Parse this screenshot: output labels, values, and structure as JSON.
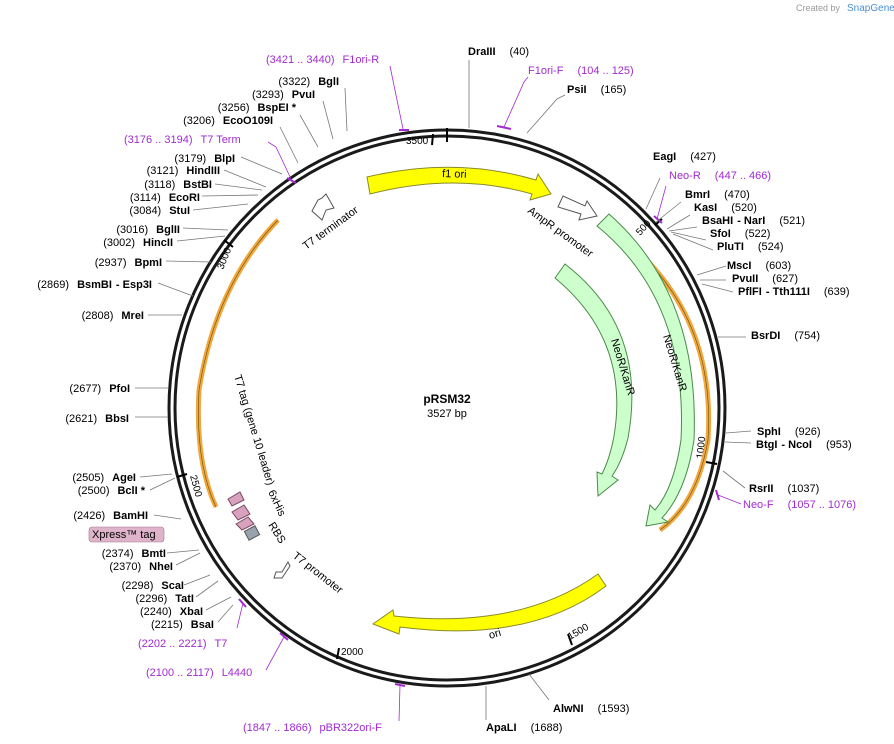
{
  "watermark": {
    "prefix": "Created by",
    "brand": "SnapGene"
  },
  "plasmid": {
    "name": "pRSM32",
    "length": "3527 bp"
  },
  "ruler": [
    {
      "label": "500",
      "bp": 500
    },
    {
      "label": "1000",
      "bp": 1000
    },
    {
      "label": "1500",
      "bp": 1500
    },
    {
      "label": "2000",
      "bp": 2000
    },
    {
      "label": "2500",
      "bp": 2500
    },
    {
      "label": "3000",
      "bp": 3000
    },
    {
      "label": "3500",
      "bp": 3500
    }
  ],
  "sites_right": [
    {
      "name": "DraIII",
      "pos": "(40)"
    },
    {
      "name": "PsiI",
      "pos": "(165)"
    },
    {
      "name": "EagI",
      "pos": "(427)"
    },
    {
      "name": "BmrI",
      "pos": "(470)"
    },
    {
      "name": "KasI",
      "pos": "(520)"
    },
    {
      "name": "BsaHI",
      "name2": "NarI",
      "pos": "(521)"
    },
    {
      "name": "SfoI",
      "pos": "(522)"
    },
    {
      "name": "PluTI",
      "pos": "(524)"
    },
    {
      "name": "MscI",
      "pos": "(603)"
    },
    {
      "name": "PvuII",
      "pos": "(627)"
    },
    {
      "name": "PflFI",
      "name2": "Tth111I",
      "pos": "(639)"
    },
    {
      "name": "BsrDI",
      "pos": "(754)"
    },
    {
      "name": "SphI",
      "pos": "(926)"
    },
    {
      "name": "BtgI",
      "name2": "NcoI",
      "pos": "(953)"
    },
    {
      "name": "RsrII",
      "pos": "(1037)"
    },
    {
      "name": "AlwNI",
      "pos": "(1593)"
    },
    {
      "name": "ApaLI",
      "pos": "(1688)"
    }
  ],
  "sites_left": [
    {
      "name": "BglI",
      "pos": "(3322)"
    },
    {
      "name": "PvuI",
      "pos": "(3293)"
    },
    {
      "name": "BspEI *",
      "pos": "(3256)"
    },
    {
      "name": "EcoO109I",
      "pos": "(3206)"
    },
    {
      "name": "BlpI",
      "pos": "(3179)"
    },
    {
      "name": "HindIII",
      "pos": "(3121)"
    },
    {
      "name": "BstBI",
      "pos": "(3118)"
    },
    {
      "name": "EcoRI",
      "pos": "(3114)"
    },
    {
      "name": "StuI",
      "pos": "(3084)"
    },
    {
      "name": "BglII",
      "pos": "(3016)"
    },
    {
      "name": "HincII",
      "pos": "(3002)"
    },
    {
      "name": "BpmI",
      "pos": "(2937)"
    },
    {
      "name": "BsmBI",
      "name2": "Esp3I",
      "pos": "(2869)"
    },
    {
      "name": "MreI",
      "pos": "(2808)"
    },
    {
      "name": "PfoI",
      "pos": "(2677)"
    },
    {
      "name": "BbsI",
      "pos": "(2621)"
    },
    {
      "name": "AgeI",
      "pos": "(2505)"
    },
    {
      "name": "BclI *",
      "pos": "(2500)"
    },
    {
      "name": "BamHI",
      "pos": "(2426)"
    },
    {
      "name": "BmtI",
      "pos": "(2374)"
    },
    {
      "name": "NheI",
      "pos": "(2370)"
    },
    {
      "name": "ScaI",
      "pos": "(2298)"
    },
    {
      "name": "TatI",
      "pos": "(2296)"
    },
    {
      "name": "XbaI",
      "pos": "(2240)"
    },
    {
      "name": "BsaI",
      "pos": "(2215)"
    }
  ],
  "primers": [
    {
      "name": "F1ori-R",
      "range": "(3421 .. 3440)"
    },
    {
      "name": "F1ori-F",
      "range": "(104 .. 125)"
    },
    {
      "name": "Neo-R",
      "range": "(447 .. 466)"
    },
    {
      "name": "T7 Term",
      "range": "(3176 .. 3194)"
    },
    {
      "name": "Neo-F",
      "range": "(1057 .. 1076)"
    },
    {
      "name": "T7",
      "range": "(2202 .. 2221)"
    },
    {
      "name": "L4440",
      "range": "(2100 .. 2117)"
    },
    {
      "name": "pBR322ori-F",
      "range": "(1847 .. 1866)"
    }
  ],
  "features": {
    "f1_ori": "f1 ori",
    "ampr_promoter": "AmpR promoter",
    "neor_outer": "NeoR/KanR",
    "neor_inner": "NeoR/KanR",
    "ori": "ori",
    "t7_terminator": "T7 terminator",
    "t7_promoter": "T7 promoter",
    "t7_tag": "T7 tag (gene 10 leader)",
    "his_tag": "6xHis",
    "rbs": "RBS",
    "xpress_tag": "Xpress™ tag"
  },
  "colors": {
    "backbone": "#1a1a1a",
    "primer": "#a12bd1",
    "origin": "#ffff00",
    "marker": "#ccffcc",
    "orf": "#f0a83c",
    "tag": "#d8a1bd",
    "rbs": "#99a3ad"
  }
}
